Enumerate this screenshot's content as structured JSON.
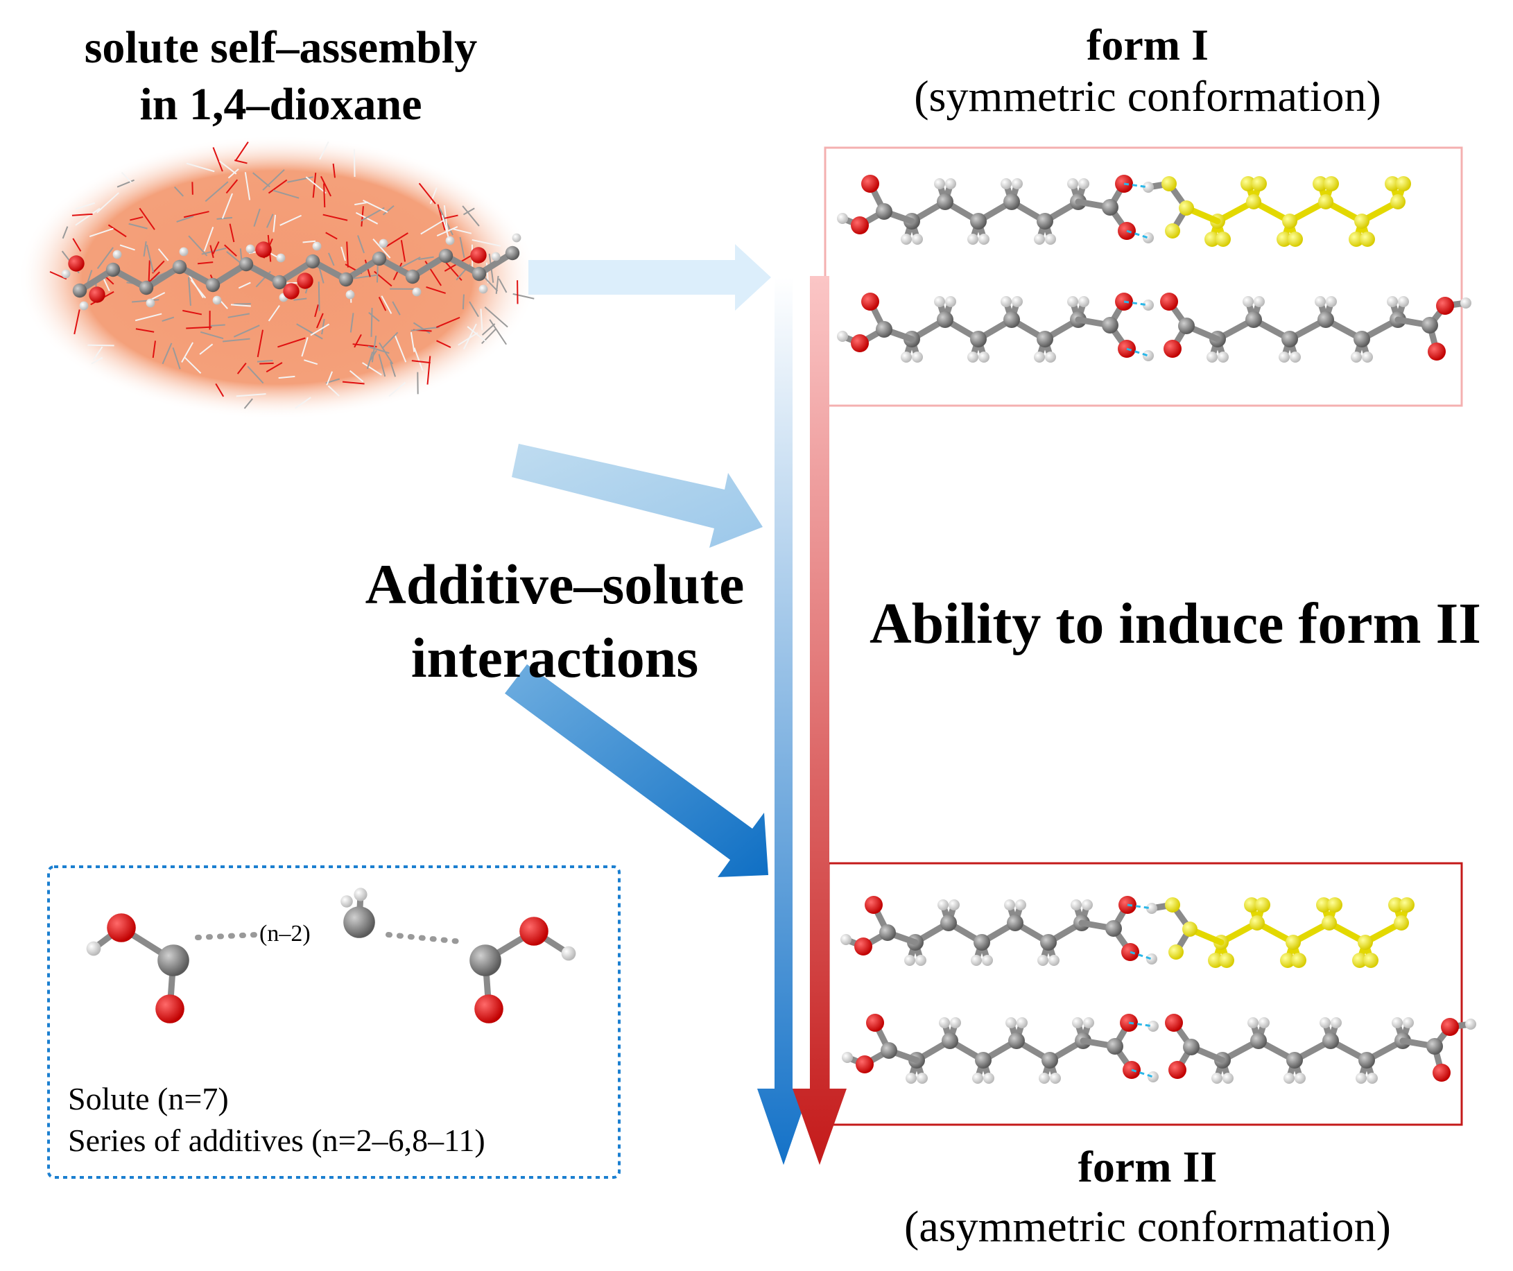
{
  "solvent_panel": {
    "line1": "solute self–assembly",
    "line2": "in 1,4–dioxane"
  },
  "form_I": {
    "title": "form I",
    "subtitle": "(symmetric conformation)"
  },
  "additive_label": {
    "line1": "Additive–solute",
    "line2": "interactions"
  },
  "ability_label": "Ability to induce form II",
  "form_II": {
    "title": "form II",
    "subtitle": "(asymmetric conformation)"
  },
  "legend": {
    "chain_label": "(n–2)",
    "solute_line": "Solute (n=7)",
    "additives_line": "Series of additives (n=2–6,8–11)"
  },
  "colors": {
    "oxygen": "#dd0000",
    "carbon": "#808080",
    "hydrogen": "#f2f2f2",
    "additive_carbon": "#f5ef00",
    "blue_arrow": "#1a7fd0",
    "red_arrow": "#c81e1e",
    "solvent_glow": "#f4a07a",
    "hbond": "#2bb7e8"
  }
}
